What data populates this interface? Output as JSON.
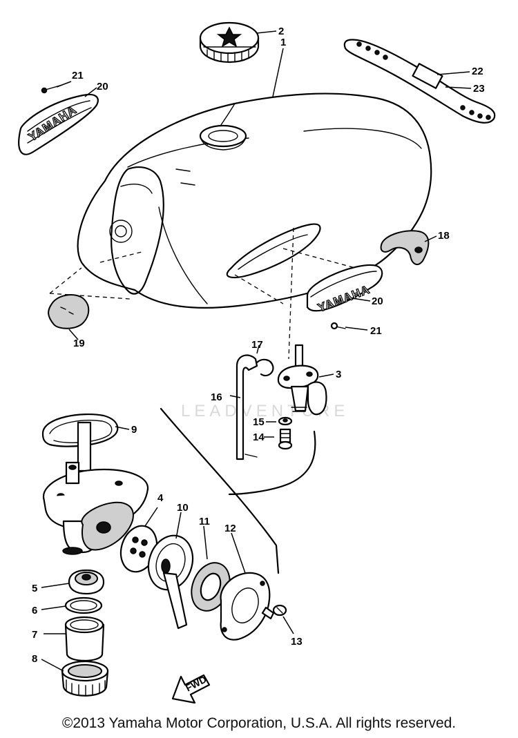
{
  "watermark": "LEADVENTURE",
  "copyright": "©2013 Yamaha Motor Corporation, U.S.A. All rights reserved.",
  "emblem_text": "YAMAHA",
  "direction_arrow_text": "FWD",
  "callouts": [
    "1",
    "2",
    "3",
    "4",
    "5",
    "6",
    "7",
    "8",
    "9",
    "10",
    "11",
    "12",
    "13",
    "14",
    "15",
    "16",
    "17",
    "18",
    "19",
    "20",
    "20",
    "21",
    "21",
    "22",
    "23"
  ]
}
